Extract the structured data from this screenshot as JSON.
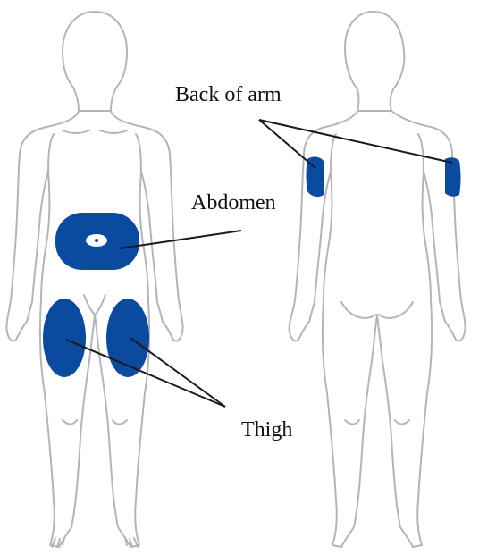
{
  "labels": {
    "back_of_arm": "Back of arm",
    "abdomen": "Abdomen",
    "thigh": "Thigh"
  },
  "colors": {
    "site_fill": "#0a4a9f",
    "abdomen_border": "#9a9a9a",
    "outline": "#b5b5b5",
    "navel": "#ffffff",
    "leader_line": "#1a1a1a"
  },
  "views": [
    "front-body",
    "back-body"
  ]
}
